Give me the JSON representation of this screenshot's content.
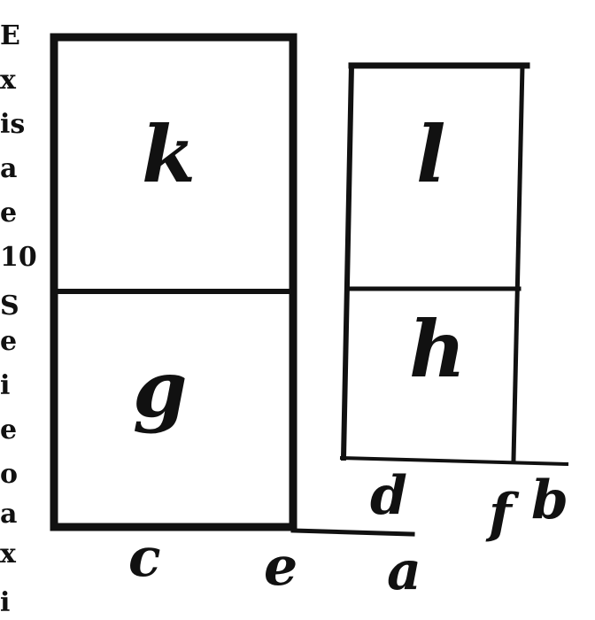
{
  "margin_text": [
    "E",
    "x",
    "is",
    "a",
    "e",
    "10",
    "S",
    "e",
    "i",
    "e",
    "o",
    "a",
    "x",
    "i"
  ],
  "labels": {
    "k": "k",
    "g": "g",
    "l": "l",
    "h": "h",
    "c": "c",
    "e": "e",
    "a": "a",
    "d": "d",
    "f": "f",
    "b": "b"
  },
  "colors": {
    "ink": "#111111",
    "paper": "#ffffff"
  }
}
